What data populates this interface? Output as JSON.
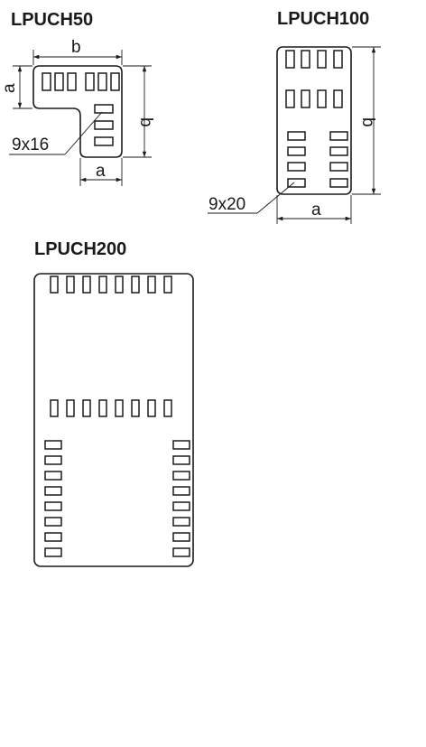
{
  "diagrams": {
    "lpuch50": {
      "title": "LPUCH50",
      "dim_a_left": "a",
      "dim_b_top": "b",
      "dim_b_right": "b",
      "dim_a_bottom": "a",
      "hole_label": "9x16"
    },
    "lpuch100": {
      "title": "LPUCH100",
      "dim_b_right": "b",
      "dim_a_bottom": "a",
      "hole_label": "9x20"
    },
    "lpuch200": {
      "title": "LPUCH200"
    }
  },
  "colors": {
    "stroke": "#1a1a1a",
    "background": "#ffffff"
  }
}
